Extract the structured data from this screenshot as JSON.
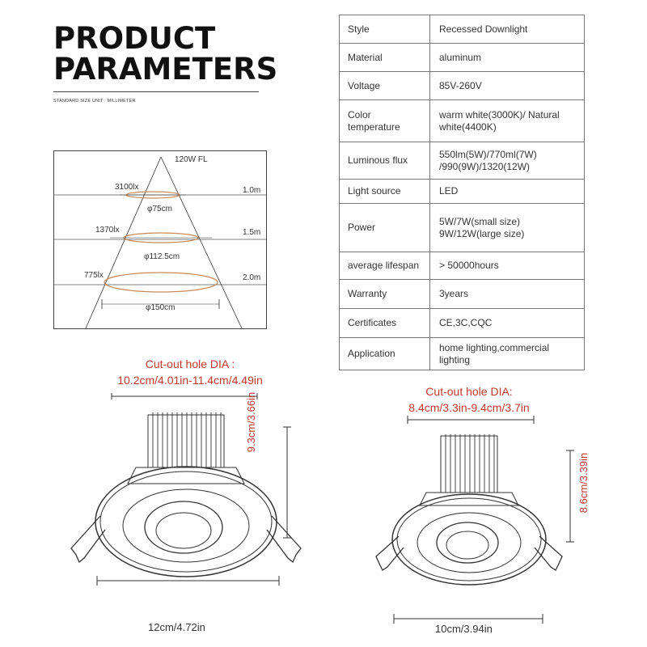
{
  "header": {
    "title_line1": "PRODUCT",
    "title_line2": "PARAMETERS",
    "unit_note": "STANDARD SIZE UNIT : MILLIMETER"
  },
  "params": [
    {
      "key": "Style",
      "value": "Recessed Downlight"
    },
    {
      "key": "Material",
      "value": "aluminum"
    },
    {
      "key": "Voltage",
      "value": "85V-260V"
    },
    {
      "key": "Color temperature",
      "value": "warm white(3000K)/ Natural white(4400K)"
    },
    {
      "key": "Luminous flux",
      "value": "550lm(5W)/770ml(7W) /990(9W)/1320(12W)"
    },
    {
      "key": "Light source",
      "value": "LED"
    },
    {
      "key": "Power",
      "value": "5W/7W(small size) 9W/12W(large size)"
    },
    {
      "key": "average lifespan",
      "value": "> 50000hours"
    },
    {
      "key": "Warranty",
      "value": "3years"
    },
    {
      "key": "Certificates",
      "value": "CE,3C,CQC"
    },
    {
      "key": "Application",
      "value": "home lighting,commercial lighting"
    }
  ],
  "beam_diagram": {
    "label": "120W  FL",
    "rows": [
      {
        "lux": "3100lx",
        "diameter": "φ75cm",
        "distance": "1.0m"
      },
      {
        "lux": "1370lx",
        "diameter": "φ112.5cm",
        "distance": "1.5m"
      },
      {
        "lux": "775lx",
        "diameter": "φ150cm",
        "distance": "2.0m"
      }
    ]
  },
  "large_lamp": {
    "cutout_title": "Cut-out hole DIA :",
    "cutout_size": "10.2cm/4.01in-11.4cm/4.49in",
    "height": "9.3cm/3.66in",
    "width": "12cm/4.72in"
  },
  "small_lamp": {
    "cutout_title": "Cut-out hole DIA:",
    "cutout_size": "8.4cm/3.3in-9.4cm/3.7in",
    "height": "8.6cm/3.39in",
    "width": "10cm/3.94in"
  },
  "colors": {
    "accent_red": "#c0392b",
    "beam_orange": "#c98a5a",
    "line": "#333333"
  }
}
